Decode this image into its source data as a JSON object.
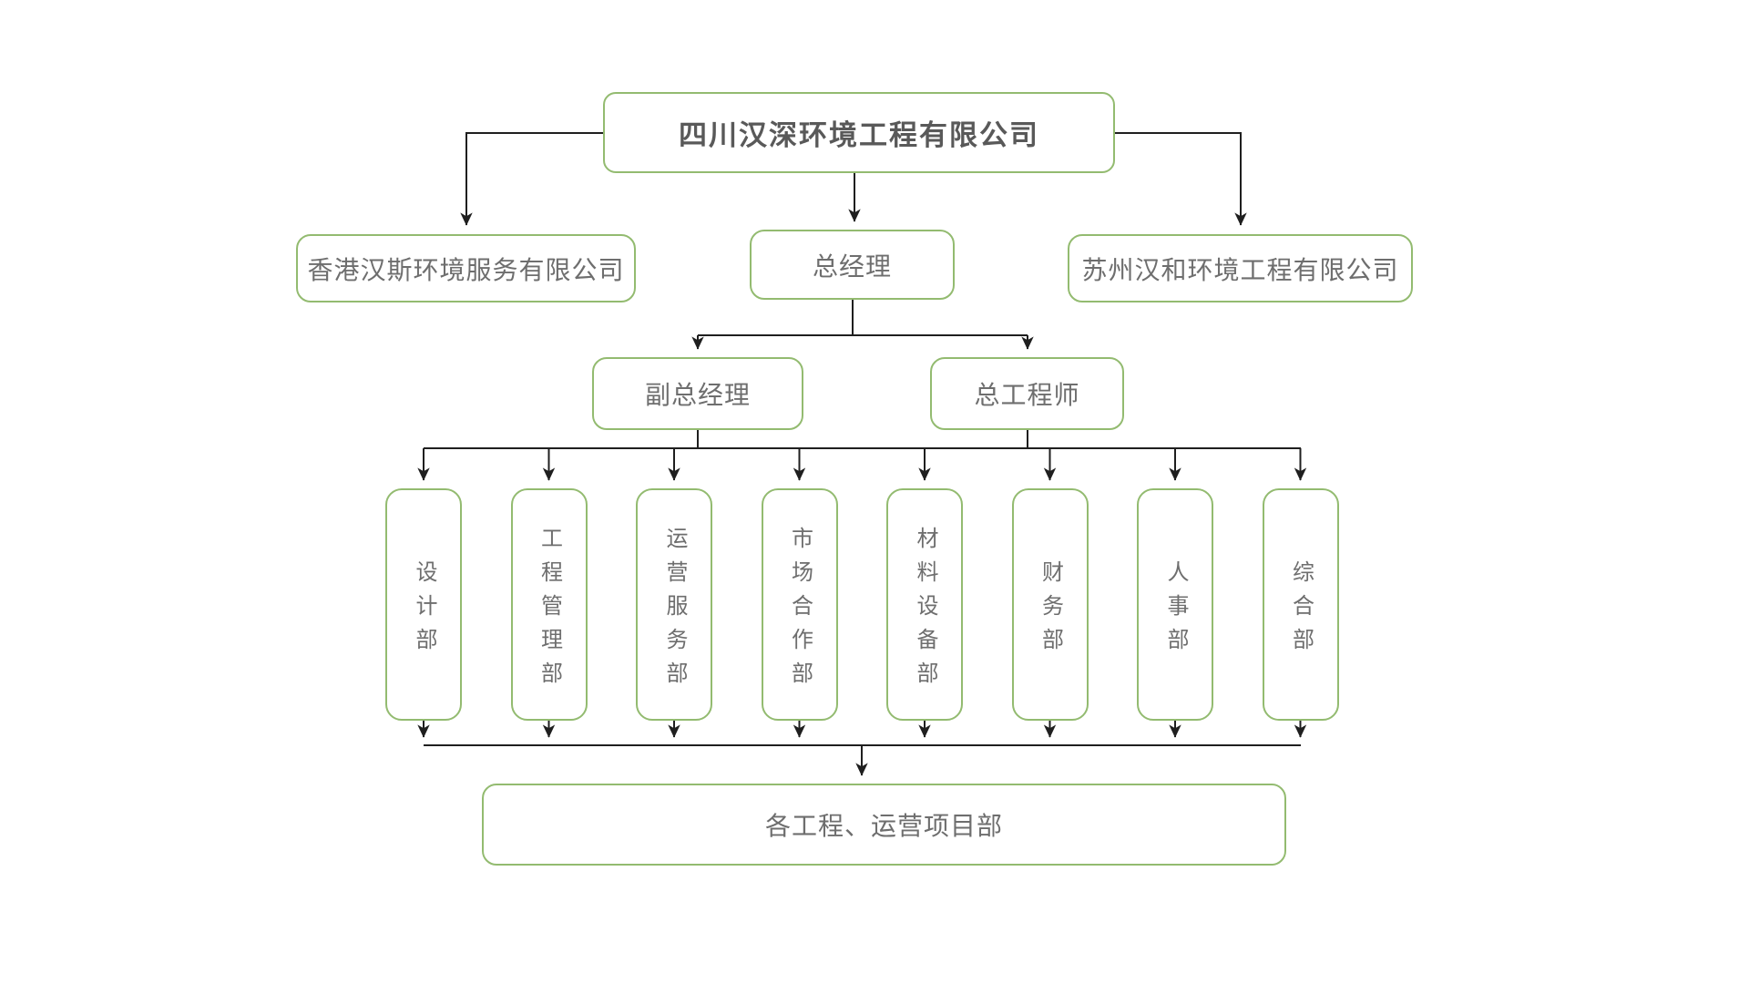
{
  "org_chart": {
    "root": "四川汉深环境工程有限公司",
    "left_subsidiary": "香港汉斯环境服务有限公司",
    "general_manager": "总经理",
    "right_subsidiary": "苏州汉和环境工程有限公司",
    "deputy_general_manager": "副总经理",
    "chief_engineer": "总工程师",
    "departments": [
      {
        "label": "设计部"
      },
      {
        "label": "工程管理部"
      },
      {
        "label": "运营服务部"
      },
      {
        "label": "市场合作部"
      },
      {
        "label": "材料设备部"
      },
      {
        "label": "财务部"
      },
      {
        "label": "人事部"
      },
      {
        "label": "综合部"
      }
    ],
    "project_department": "各工程、运营项目部",
    "colors": {
      "node_border": "#93bb70",
      "connector": "#1f1f1f",
      "root_text": "#595959",
      "node_text": "#6e6e6e",
      "background": "#ffffff"
    }
  }
}
